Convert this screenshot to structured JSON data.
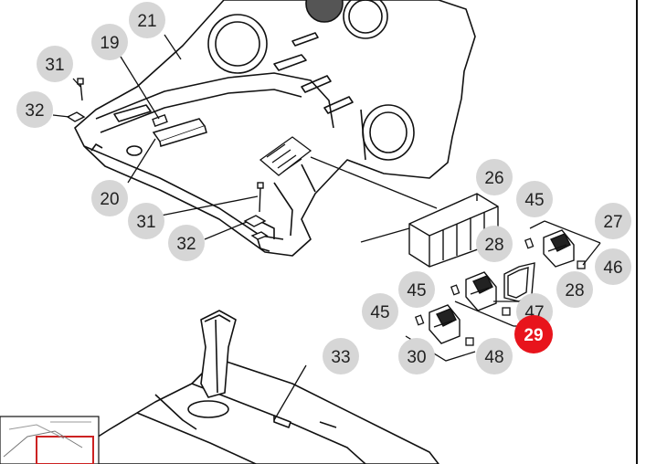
{
  "diagram": {
    "callouts": [
      {
        "id": "c-21",
        "label": "21"
      },
      {
        "id": "c-19",
        "label": "19"
      },
      {
        "id": "c-31a",
        "label": "31"
      },
      {
        "id": "c-32a",
        "label": "32"
      },
      {
        "id": "c-20",
        "label": "20"
      },
      {
        "id": "c-31b",
        "label": "31"
      },
      {
        "id": "c-32b",
        "label": "32"
      },
      {
        "id": "c-26",
        "label": "26"
      },
      {
        "id": "c-45a",
        "label": "45"
      },
      {
        "id": "c-27",
        "label": "27"
      },
      {
        "id": "c-28a",
        "label": "28"
      },
      {
        "id": "c-46",
        "label": "46"
      },
      {
        "id": "c-45b",
        "label": "45"
      },
      {
        "id": "c-28b",
        "label": "28"
      },
      {
        "id": "c-47",
        "label": "47"
      },
      {
        "id": "c-45c",
        "label": "45"
      },
      {
        "id": "c-29",
        "label": "29",
        "highlight": true
      },
      {
        "id": "c-30",
        "label": "30"
      },
      {
        "id": "c-48",
        "label": "48"
      },
      {
        "id": "c-33",
        "label": "33"
      }
    ],
    "colors": {
      "callout_fill": "#d6d6d6",
      "callout_text": "#222222",
      "highlight_fill": "#e8141c",
      "highlight_text": "#ffffff",
      "line": "#111111",
      "inset_red": "#cc2222"
    }
  }
}
